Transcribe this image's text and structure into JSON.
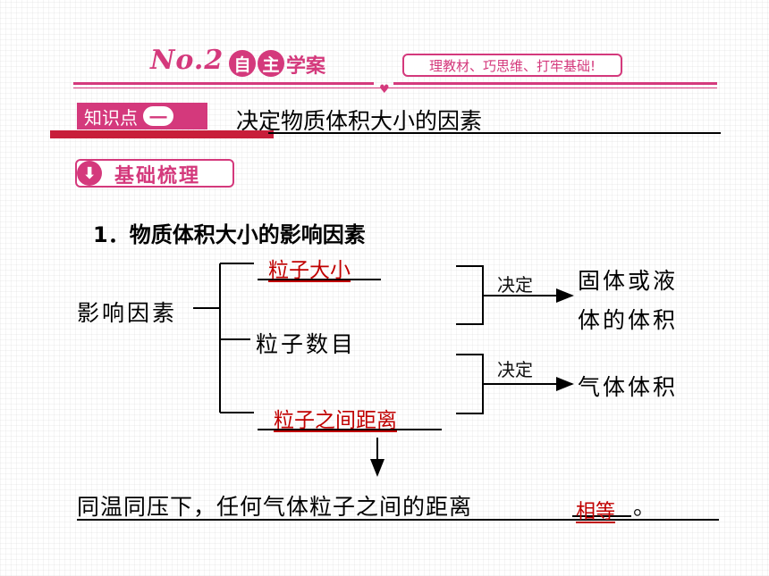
{
  "header": {
    "no": "No.2",
    "self1": "自",
    "self2": "主",
    "xuean": "学案",
    "slogan": "理教材、巧思维、打牢基础!"
  },
  "knowledge_point": {
    "label": "知识点",
    "number": "一",
    "title": "决定物质体积大小的因素"
  },
  "section": {
    "badge": "基础梳理",
    "icon": "down-arrow-icon"
  },
  "content": {
    "heading": "1．物质体积大小的影响因素",
    "root": "影响因素",
    "factor1": "粒子大小",
    "factor2": "粒子数目",
    "factor3": "粒子之间距离",
    "decide1": "决定",
    "decide2": "决定",
    "result1_line1": "固体或液",
    "result1_line2": "体的体积",
    "result2": "气体体积",
    "conclusion": "同温同压下，任何气体粒子之间的距离",
    "answer": "相等",
    "period": "。"
  },
  "colors": {
    "accent": "#d4397c",
    "answer_red": "#c00000",
    "bar_red": "#c81e3a"
  }
}
